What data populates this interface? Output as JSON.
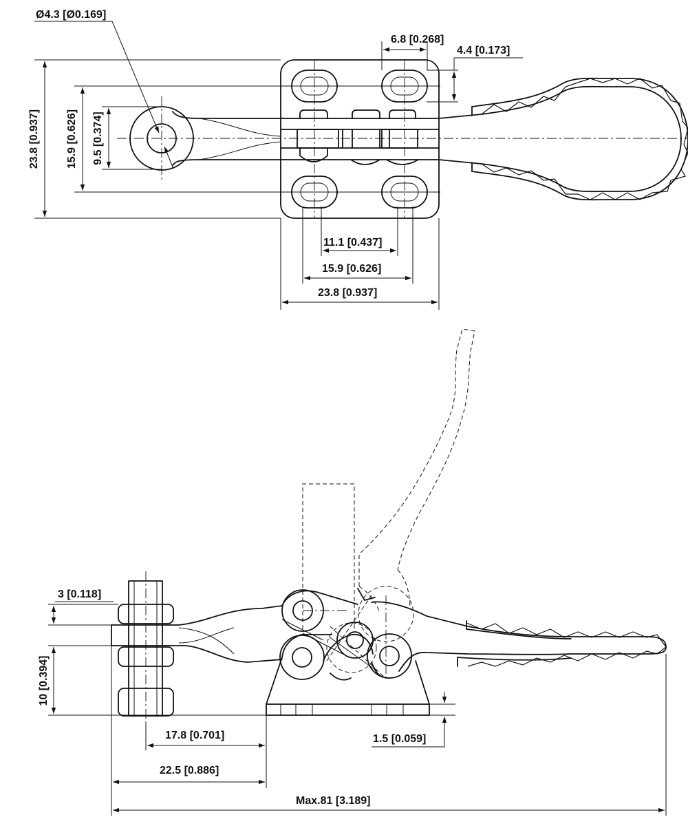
{
  "drawing": {
    "top_view": {
      "hole_diameter": "Ø4.3 [Ø0.169]",
      "slot_width": "6.8 [0.268]",
      "slot_length": "4.4 [0.173]",
      "overall_height": "23.8 [0.937]",
      "slot_spacing_height": "15.9 [0.626]",
      "arm_width": "9.5 [0.374]",
      "slot_inner_spacing": "11.1 [0.437]",
      "slot_spacing_width": "15.9 [0.626]",
      "overall_width": "23.8 [0.937]"
    },
    "side_view": {
      "spindle_thickness": "3 [0.118]",
      "spindle_height": "10 [0.394]",
      "spindle_to_base": "17.8 [0.701]",
      "arm_reach": "22.5 [0.886]",
      "base_thickness": "1.5 [0.059]",
      "max_length": "Max.81 [3.189]"
    }
  }
}
